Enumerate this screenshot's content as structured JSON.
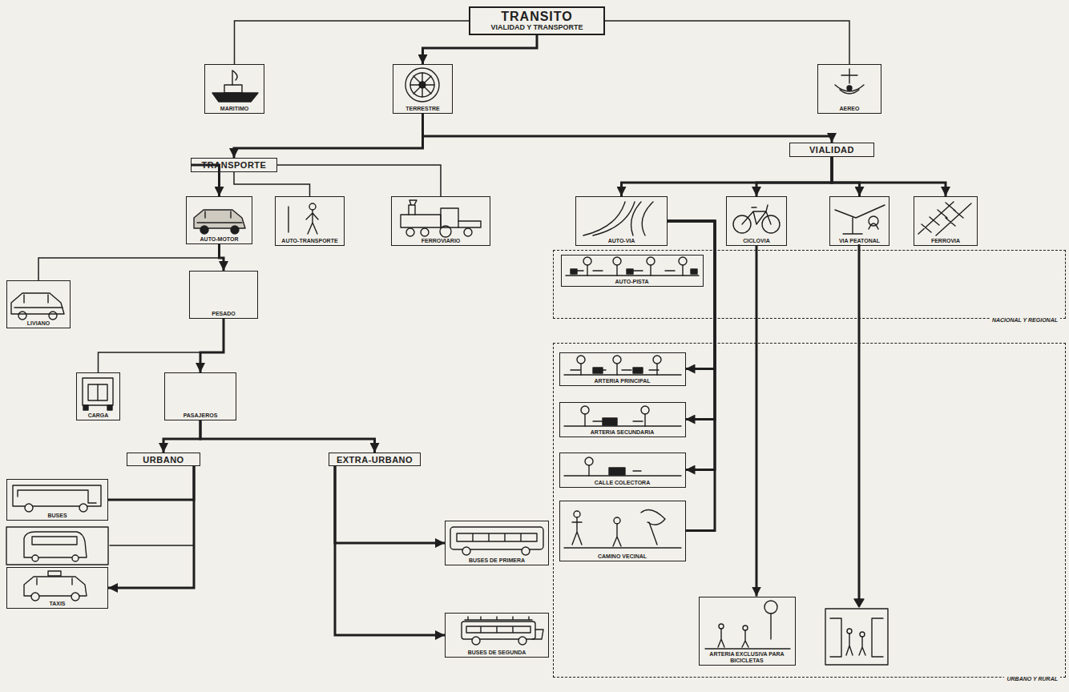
{
  "diagram": {
    "nodes": [
      {
        "text": [
          "TRANSITO",
          "VIALIDAD Y TRANSPORTE"
        ]
      },
      {
        "text": [
          "MARITIMO"
        ]
      },
      {
        "text": [
          "TERRESTRE"
        ]
      },
      {
        "text": [
          "AEREO"
        ]
      },
      {
        "text": [
          "TRANSPORTE"
        ]
      },
      {
        "text": [
          "VIALIDAD"
        ]
      },
      {
        "text": [
          "AUTO-MOTOR"
        ]
      },
      {
        "text": [
          "AUTO-TRANSPORTE"
        ]
      },
      {
        "text": [
          "FERROVIARIO"
        ]
      },
      {
        "text": [
          "AUTO-VIA"
        ]
      },
      {
        "text": [
          "CICLOVIA"
        ]
      },
      {
        "text": [
          "VIA PEATONAL"
        ]
      },
      {
        "text": [
          "FERROVIA"
        ]
      },
      {
        "text": [
          "NACIONAL Y REGIONAL"
        ]
      },
      {
        "text": [
          "AUTO-PISTA"
        ],
        "in": 13
      },
      {
        "text": [
          "LIVIANO"
        ]
      },
      {
        "text": [
          "PESADO"
        ]
      },
      {
        "text": [
          "URBANO Y RURAL"
        ]
      },
      {
        "text": [
          "ARTERIA PRINCIPAL"
        ],
        "in": 17
      },
      {
        "text": [
          "ARTERIA SECUNDARIA"
        ],
        "in": 17
      },
      {
        "text": [
          "CARGA"
        ]
      },
      {
        "text": [
          "PASAJEROS"
        ]
      },
      {
        "text": [
          "CALLE COLECTORA"
        ],
        "in": 17
      },
      {
        "text": [
          "URBANO"
        ]
      },
      {
        "text": [
          "EXTRA-URBANO"
        ]
      },
      {
        "text": [
          "BUSES"
        ]
      },
      {
        "text": [
          "BUSES DE PRIMERA"
        ]
      },
      {
        "text": [
          "CAMINO VECINAL"
        ],
        "in": 17
      },
      {
        "text": [
          "TAXIS"
        ]
      },
      {
        "text": [
          "BUSES DE SEGUNDA"
        ]
      },
      {
        "text": [
          "ARTERIA EXCLUSIVA PARA BICICLETAS"
        ],
        "in": 17
      }
    ],
    "edges": [
      {
        "from": 0,
        "to": 1,
        "arrow": "none"
      },
      {
        "from": 0,
        "to": 2,
        "arrow": "to"
      },
      {
        "from": 0,
        "to": 3,
        "arrow": "none"
      },
      {
        "from": 2,
        "to": 4,
        "arrow": "to"
      },
      {
        "from": 2,
        "to": 5,
        "arrow": "to"
      },
      {
        "from": 4,
        "to": 6,
        "arrow": "to"
      },
      {
        "from": 4,
        "to": 7,
        "arrow": "none"
      },
      {
        "from": 4,
        "to": 8,
        "arrow": "none"
      },
      {
        "from": 5,
        "to": 9,
        "arrow": "to"
      },
      {
        "from": 5,
        "to": 10,
        "arrow": "to"
      },
      {
        "from": 5,
        "to": 11,
        "arrow": "to"
      },
      {
        "from": 5,
        "to": 12,
        "arrow": "to"
      },
      {
        "from": 6,
        "to": 15,
        "arrow": "none"
      },
      {
        "from": 6,
        "to": 16,
        "arrow": "to"
      },
      {
        "from": 16,
        "to": 20,
        "arrow": "none"
      },
      {
        "from": 16,
        "to": 21,
        "arrow": "to"
      },
      {
        "from": 21,
        "to": 23,
        "arrow": "to"
      },
      {
        "from": 21,
        "to": 24,
        "arrow": "to"
      },
      {
        "from": 23,
        "to": 25,
        "arrow": "none"
      },
      {
        "from": 23,
        "to": 28,
        "arrow": "to"
      },
      {
        "from": 24,
        "to": 26,
        "arrow": "to"
      },
      {
        "from": 24,
        "to": 29,
        "arrow": "to"
      },
      {
        "from": 9,
        "to": 18,
        "arrow": "to"
      },
      {
        "from": 9,
        "to": 19,
        "arrow": "to"
      },
      {
        "from": 9,
        "to": 22,
        "arrow": "to"
      },
      {
        "from": 9,
        "to": 27,
        "arrow": "none"
      },
      {
        "from": 10,
        "to": 30,
        "arrow": "to"
      }
    ]
  }
}
